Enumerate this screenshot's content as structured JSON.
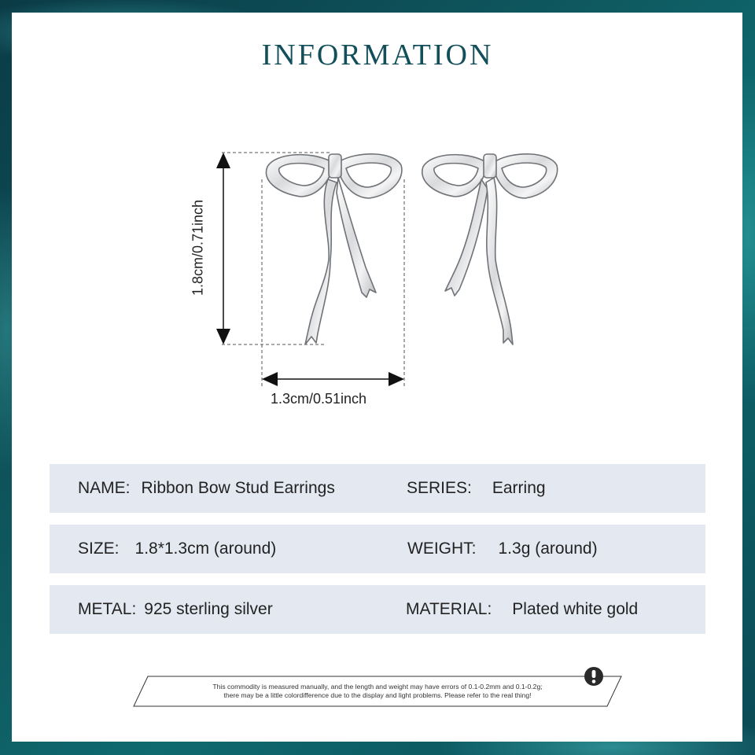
{
  "title": "INFORMATION",
  "colors": {
    "title": "#124f5a",
    "row_background": "#e4e9f1",
    "frame": "#0e5a62"
  },
  "dimensions": {
    "height_label": "1.8cm/0.71inch",
    "width_label": "1.3cm/0.51inch"
  },
  "product_image": {
    "description": "Pair of silver ribbon bow stud earrings",
    "icon": "bow-earring-icon"
  },
  "specs": [
    {
      "label": "NAME:",
      "value": "Ribbon Bow Stud Earrings",
      "label2": "SERIES:",
      "value2": "Earring"
    },
    {
      "label": "SIZE:",
      "value": "1.8*1.3cm (around)",
      "label2": "WEIGHT:",
      "value2": "1.3g (around)"
    },
    {
      "label": "METAL:",
      "value": "925 sterling silver",
      "label2": "MATERIAL:",
      "value2": "Plated white gold"
    }
  ],
  "notice": {
    "icon": "exclamation-icon",
    "line1": "This commodity is measured manually, and the length and weight may have errors of 0.1-0.2mm and 0.1-0.2g;",
    "line2": "there may be a little colordifference due to the display and light problems. Please refer to the real thing!"
  }
}
